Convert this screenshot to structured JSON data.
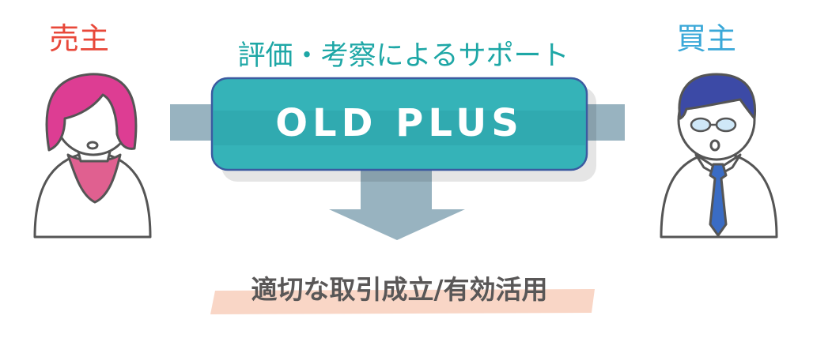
{
  "seller": {
    "label": "売主"
  },
  "buyer": {
    "label": "買主"
  },
  "support": {
    "label": "評価・考察によるサポート"
  },
  "brand": {
    "name": "OLD PLUS"
  },
  "result": {
    "label": "適切な取引成立/有効活用"
  },
  "colors": {
    "seller_text": "#e8483a",
    "buyer_text": "#3aa8d8",
    "support_text": "#1ea7a6",
    "brand_box": "#35b3b8",
    "brand_box_border": "#3b5aa0",
    "arrow": "#98b3c0",
    "seller_hair": "#dd3d93",
    "buyer_hair": "#3c4aa6",
    "buyer_tie": "#3a6cc4",
    "result_highlight": "#f9d6c6"
  }
}
